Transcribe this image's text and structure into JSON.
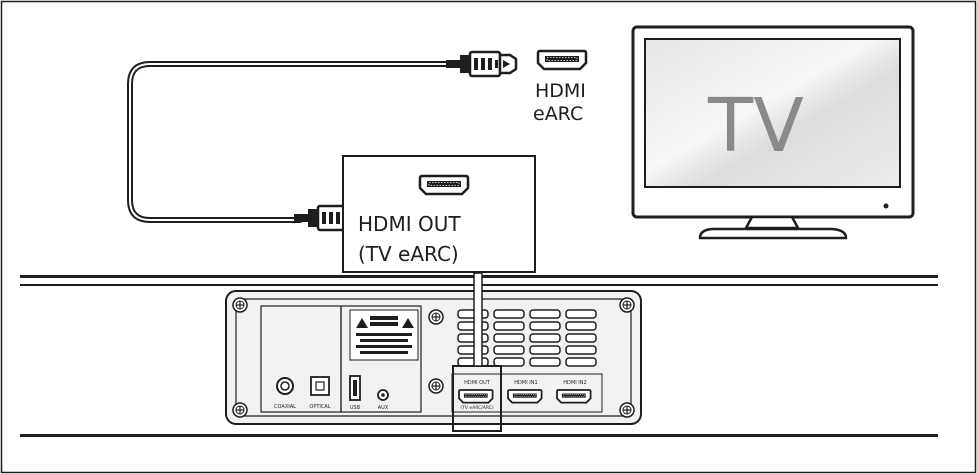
{
  "labels": {
    "tv_port_line1": "HDMI",
    "tv_port_line2": "eARC",
    "tv_screen": "TV",
    "soundbar_port_line1": "HDMI OUT",
    "soundbar_port_line2": "(TV eARC)"
  },
  "panel_labels": {
    "coaxial": "COAXIAL",
    "optical": "OPTICAL",
    "usb": "USB",
    "aux": "AUX",
    "hdmi_out": "HDMI OUT",
    "hdmi_out_sub": "(TV eARC/ARC)",
    "hdmi_in1": "HDMI IN1",
    "hdmi_in2": "HDMI IN2"
  },
  "colors": {
    "stroke": "#1e1e1e",
    "panel_fill": "#f2f2f2",
    "tv_text": "#8a8a8a"
  }
}
